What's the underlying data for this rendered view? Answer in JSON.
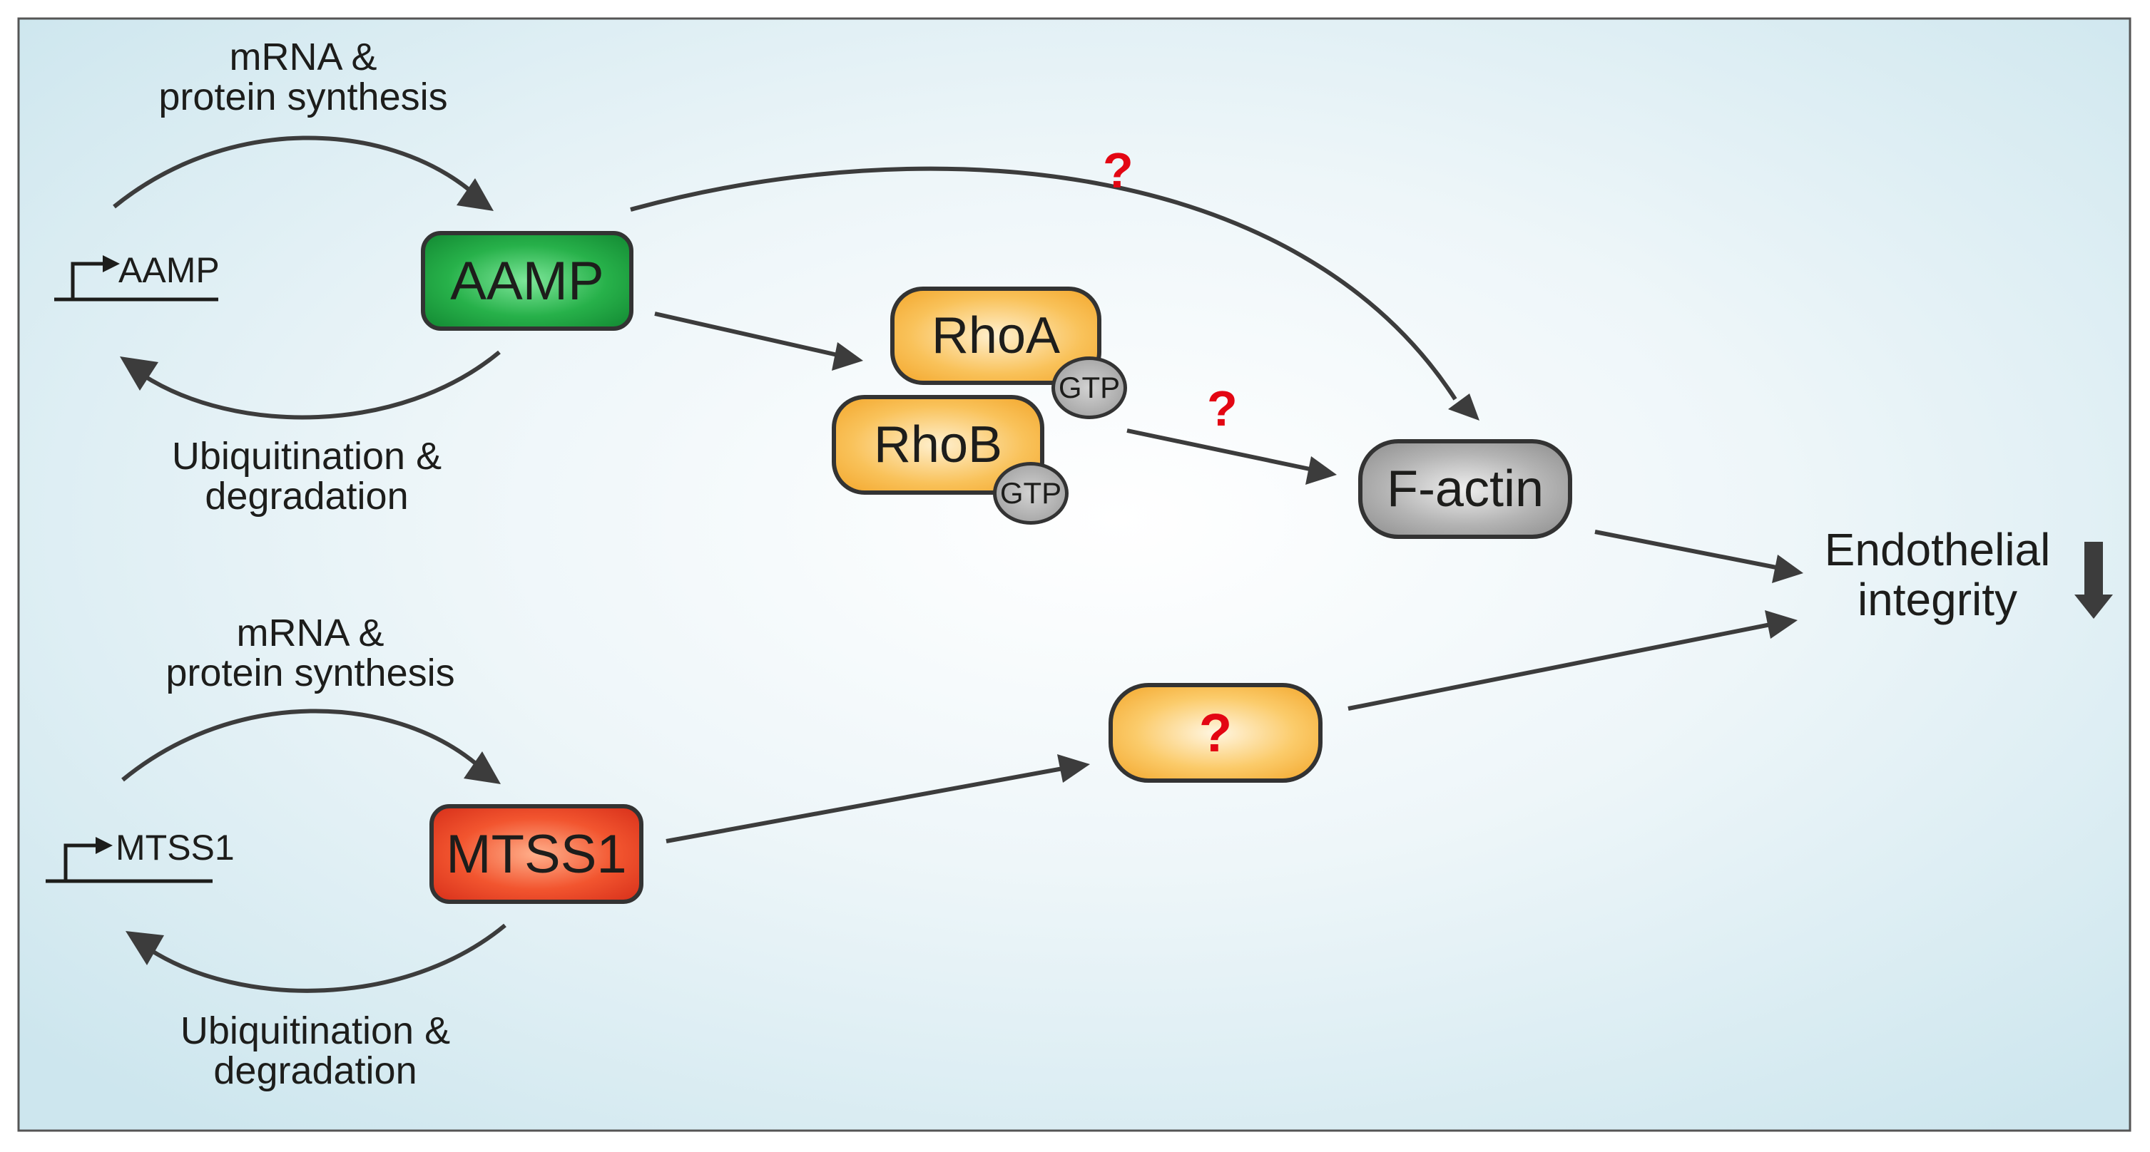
{
  "nodes": {
    "aamp": "AAMP",
    "mtss1": "MTSS1",
    "rhoa": "RhoA",
    "rhob": "RhoB",
    "gtp_a": "GTP",
    "gtp_b": "GTP",
    "factin": "F-actin",
    "unknown": "?"
  },
  "genes": {
    "aamp": "AAMP",
    "mtss1": "MTSS1"
  },
  "labels": {
    "synth_top_line1": "mRNA &",
    "synth_top_line2": "protein synthesis",
    "degr_top_line1": "Ubiquitination &",
    "degr_top_line2": "degradation",
    "synth_bot_line1": "mRNA &",
    "synth_bot_line2": "protein synthesis",
    "degr_bot_line1": "Ubiquitination &",
    "degr_bot_line2": "degradation",
    "outcome_line1": "Endothelial",
    "outcome_line2": "integrity"
  },
  "question_marks": {
    "q1": "?",
    "q2": "?"
  },
  "colors": {
    "aamp": "#1a9e3a",
    "mtss1": "#e8452c",
    "rho": "#f6b23f",
    "factin": "#9a9a9a",
    "question": "#e30613",
    "arrow": "#3c3c3c",
    "background_edge": "#cfe7ee"
  }
}
